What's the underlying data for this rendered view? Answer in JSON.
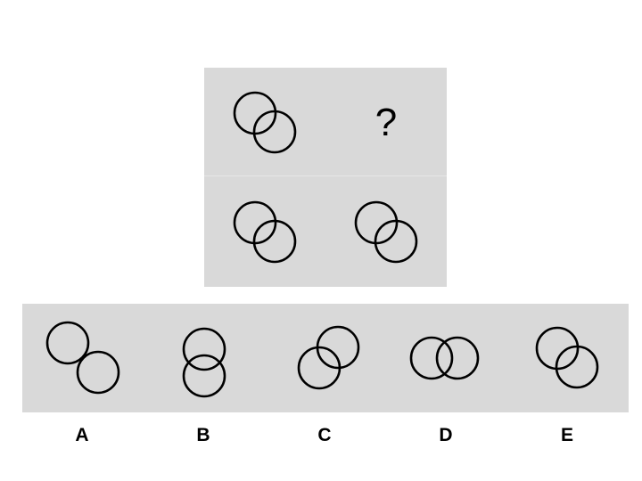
{
  "puzzle": {
    "cells": [
      {
        "id": "top-left",
        "figure": "two-overlapping-circles-diagonal"
      },
      {
        "id": "top-right",
        "content": "?"
      },
      {
        "id": "bottom-left",
        "figure": "two-overlapping-circles-diagonal"
      },
      {
        "id": "bottom-right",
        "figure": "two-overlapping-circles-diagonal"
      }
    ],
    "missing_marker": "?"
  },
  "options": [
    {
      "label": "A",
      "figure": "two-circles-diagonal-barely-touching"
    },
    {
      "label": "B",
      "figure": "two-circles-vertical-overlap"
    },
    {
      "label": "C",
      "figure": "two-circles-anti-diagonal-overlap"
    },
    {
      "label": "D",
      "figure": "two-circles-horizontal-overlap"
    },
    {
      "label": "E",
      "figure": "two-circles-diagonal-overlap"
    }
  ],
  "colors": {
    "panel_background": "#d9d9d9",
    "page_background": "#ffffff",
    "stroke": "#000000"
  }
}
